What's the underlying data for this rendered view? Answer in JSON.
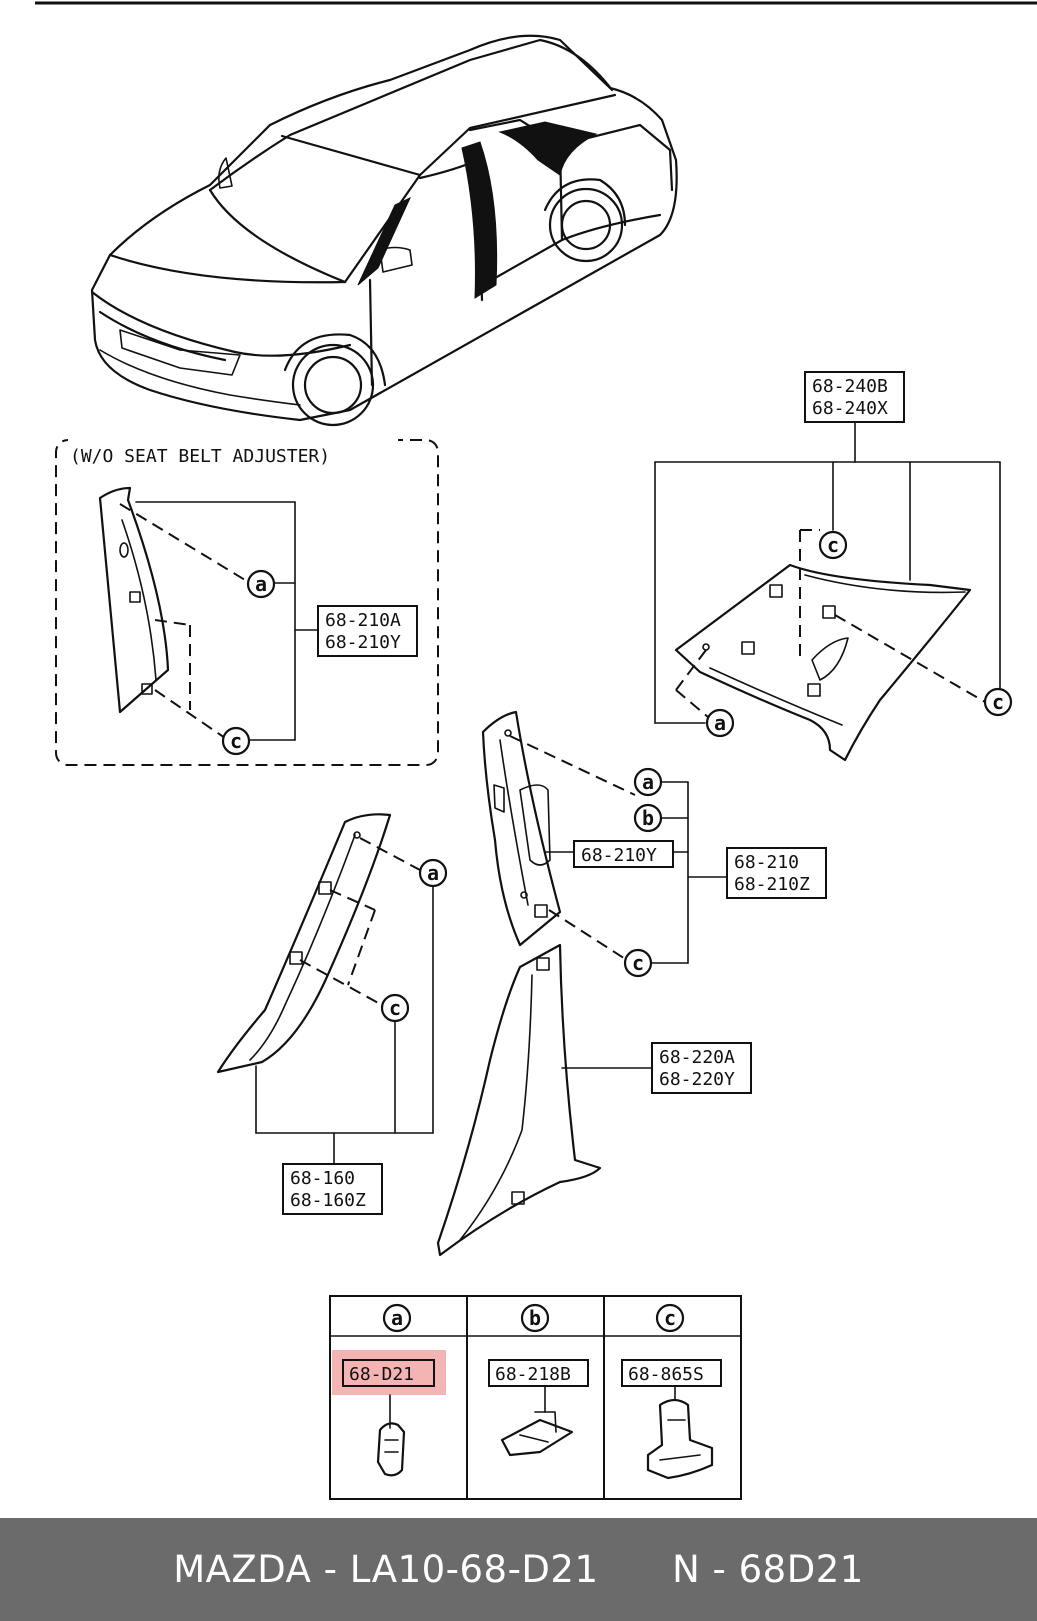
{
  "header_note": "(W/O SEAT BELT ADJUSTER)",
  "callouts": {
    "a": "a",
    "b": "b",
    "c": "c"
  },
  "parts": {
    "p240": [
      "68-240B",
      "68-240X"
    ],
    "p210a": [
      "68-210A",
      "68-210Y"
    ],
    "p210y": "68-210Y",
    "p210": [
      "68-210",
      "68-210Z"
    ],
    "p220": [
      "68-220A",
      "68-220Y"
    ],
    "p160": [
      "68-160",
      "68-160Z"
    ]
  },
  "legend": [
    {
      "key": "a",
      "part": "68-D21",
      "highlighted": true
    },
    {
      "key": "b",
      "part": "68-218B",
      "highlighted": false
    },
    {
      "key": "c",
      "part": "68-865S",
      "highlighted": false
    }
  ],
  "colors": {
    "highlight": "#f3a7a7",
    "footer_bg": "#6b6b6b",
    "ink": "#111111"
  },
  "footer": {
    "brand_part": "MAZDA - LA10-68-D21",
    "alt_part": "N - 68D21"
  }
}
